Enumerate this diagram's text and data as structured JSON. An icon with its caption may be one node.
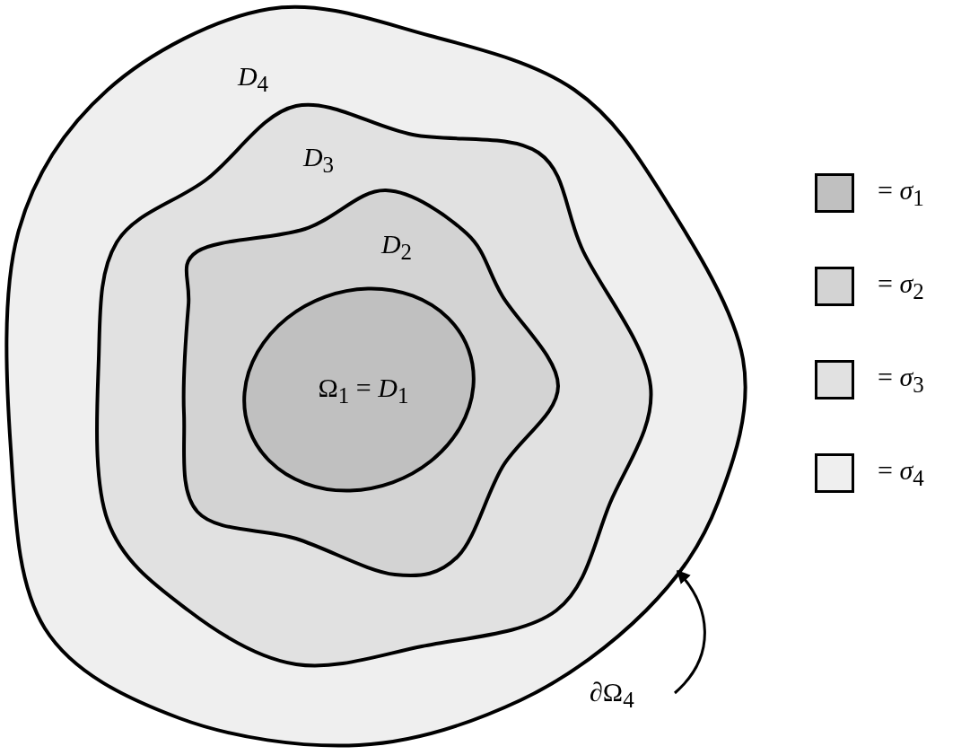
{
  "diagram": {
    "nodes": [
      {
        "text": [
          "*D*$_{4}$"
        ]
      },
      {
        "text": [
          "*D*$_{3}$"
        ],
        "in": 0
      },
      {
        "text": [
          "*D*$_{2}$"
        ],
        "in": 1
      },
      {
        "text": [
          "Ω$_{1}$ = *D*$_{1}$"
        ],
        "in": 2
      },
      {
        "text": [
          "∂Ω$_{4}$"
        ]
      }
    ],
    "edges": [
      {
        "from": 4,
        "to": 0,
        "arrow": "to"
      }
    ],
    "legend": [
      {
        "text": "= *σ*$_{1}$",
        "color": "#c0c0c0"
      },
      {
        "text": "= *σ*$_{2}$",
        "color": "#d3d3d3"
      },
      {
        "text": "= *σ*$_{3}$",
        "color": "#e1e1e1"
      },
      {
        "text": "= *σ*$_{4}$",
        "color": "#efefef"
      }
    ]
  }
}
